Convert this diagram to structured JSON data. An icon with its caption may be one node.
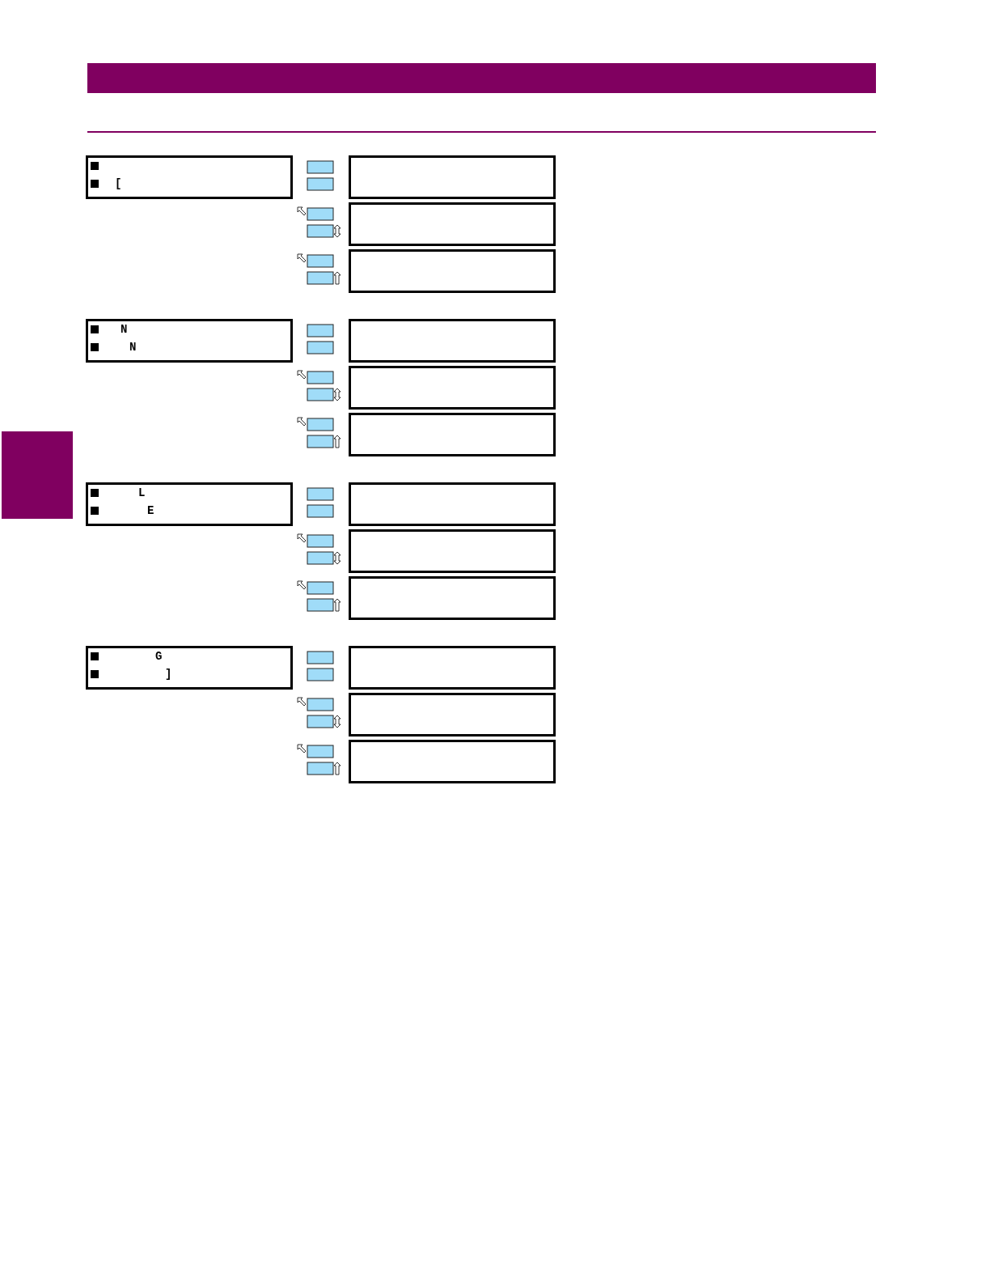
{
  "diagram": {
    "nodes": [
      {
        "text": [
          "["
        ]
      },
      {
        "text": [],
        "shape": "box"
      },
      {
        "text": [],
        "shape": "box"
      },
      {
        "text": [],
        "shape": "box"
      },
      {
        "text": [
          "N",
          "N"
        ]
      },
      {
        "text": [],
        "shape": "box"
      },
      {
        "text": [],
        "shape": "box"
      },
      {
        "text": [],
        "shape": "box"
      },
      {
        "text": [
          "L",
          "E"
        ]
      },
      {
        "text": [],
        "shape": "box"
      },
      {
        "text": [],
        "shape": "box"
      },
      {
        "text": [],
        "shape": "box"
      },
      {
        "text": [
          "G",
          "]"
        ]
      },
      {
        "text": [],
        "shape": "box"
      },
      {
        "text": [],
        "shape": "box"
      },
      {
        "text": [],
        "shape": "box"
      }
    ]
  }
}
